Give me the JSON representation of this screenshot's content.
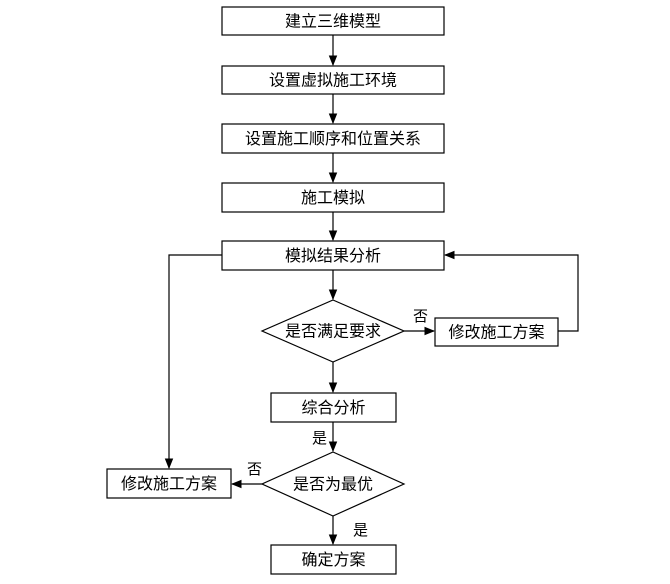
{
  "nodes": {
    "build_model": "建立三维模型",
    "virtual_env": "设置虚拟施工环境",
    "sequence": "设置施工顺序和位置关系",
    "simulate": "施工模拟",
    "analyze_results": "模拟结果分析",
    "meets_requirements": "是否满足要求",
    "modify_plan_right": "修改施工方案",
    "comprehensive_analysis": "综合分析",
    "is_optimal": "是否为最优",
    "modify_plan_left": "修改施工方案",
    "confirm_plan": "确定方案"
  },
  "edges": {
    "no_right": "否",
    "yes_middle": "是",
    "no_left": "否",
    "yes_bottom": "是"
  }
}
